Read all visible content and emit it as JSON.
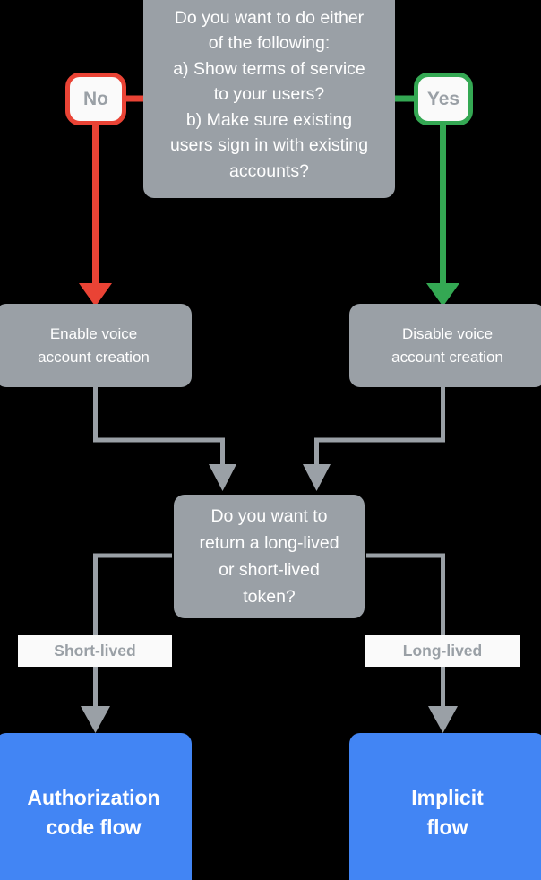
{
  "diagram": {
    "title": "Voice account creation and token flow decision chart",
    "background_color": "#000000",
    "colors": {
      "node_gray": "#9aa0a6",
      "node_blue": "#4285f4",
      "yes_green": "#34a853",
      "no_red": "#ea4335",
      "connector_gray": "#9aa0a6",
      "label_background": "#fafafa",
      "label_text": "#9aa0a6",
      "node_text": "#ffffff"
    },
    "nodes": {
      "decision_top": {
        "type": "decision",
        "lines": [
          "Do you want to do either",
          "of the following:",
          "a) Show terms of service",
          "to your users?",
          "b) Make sure existing",
          "users sign in with existing",
          "accounts?"
        ]
      },
      "voice_enable": {
        "type": "process",
        "lines": [
          "Enable voice",
          "account creation"
        ]
      },
      "voice_disable": {
        "type": "process",
        "lines": [
          "Disable voice",
          "account creation"
        ]
      },
      "decision_token": {
        "type": "decision",
        "lines": [
          "Do you want to",
          "return a long-lived",
          "or short-lived",
          "token?"
        ]
      },
      "flow_auth_code": {
        "type": "terminal",
        "lines": [
          "Authorization",
          "code flow"
        ]
      },
      "flow_implicit": {
        "type": "terminal",
        "lines": [
          "Implicit",
          "flow"
        ]
      }
    },
    "badges": {
      "no": "No",
      "yes": "Yes"
    },
    "edge_labels": {
      "short_lived": "Short-lived",
      "long_lived": "Long-lived"
    }
  }
}
